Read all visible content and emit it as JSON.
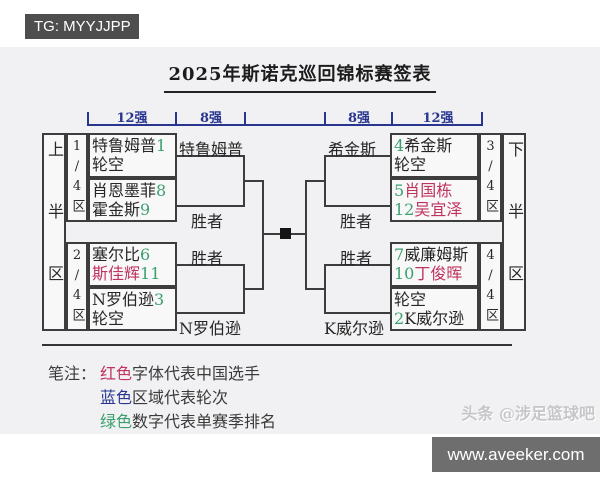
{
  "header": {
    "badge": "TG: MYYJJPP",
    "title": "2025年斯诺克巡回锦标赛签表"
  },
  "ruler": {
    "labels": [
      "12强",
      "8强",
      "8强",
      "12强"
    ]
  },
  "bracket": {
    "upper_half_label": "上半区",
    "lower_half_label": "下半区",
    "quarter_labels": [
      "1/4区",
      "2/4区",
      "3/4区",
      "4/4区"
    ],
    "boxes": {
      "q1a": {
        "rows": [
          {
            "pre": "",
            "name": "特鲁姆普",
            "post": "1",
            "red": false
          },
          {
            "pre": "",
            "name": "轮空",
            "post": "",
            "red": false
          }
        ]
      },
      "q1b": {
        "rows": [
          {
            "pre": "",
            "name": "肖恩墨菲",
            "post": "8",
            "red": false
          },
          {
            "pre": "",
            "name": "霍金斯",
            "post": "9",
            "red": false
          }
        ]
      },
      "q2a": {
        "rows": [
          {
            "pre": "",
            "name": "塞尔比",
            "post": "6",
            "red": false
          },
          {
            "pre": "",
            "name": "斯佳辉",
            "post": "11",
            "red": true
          }
        ]
      },
      "q2b": {
        "rows": [
          {
            "pre": "",
            "name": "N罗伯逊",
            "post": "3",
            "red": false
          },
          {
            "pre": "",
            "name": "轮空",
            "post": "",
            "red": false
          }
        ]
      },
      "q3a": {
        "rows": [
          {
            "pre": "4",
            "name": "希金斯",
            "post": "",
            "red": false
          },
          {
            "pre": "",
            "name": "轮空",
            "post": "",
            "red": false
          }
        ]
      },
      "q3b": {
        "rows": [
          {
            "pre": "5",
            "name": "肖国栋",
            "post": "",
            "red": true
          },
          {
            "pre": "12",
            "name": "吴宜泽",
            "post": "",
            "red": true
          }
        ]
      },
      "q4a": {
        "rows": [
          {
            "pre": "7",
            "name": "威廉姆斯",
            "post": "",
            "red": false
          },
          {
            "pre": "10",
            "name": "丁俊晖",
            "post": "",
            "red": true
          }
        ]
      },
      "q4b": {
        "rows": [
          {
            "pre": "",
            "name": "轮空",
            "post": "",
            "red": false
          },
          {
            "pre": "2",
            "name": "K威尔逊",
            "post": "",
            "red": false
          }
        ]
      }
    },
    "advancers": {
      "left": [
        "特鲁姆普",
        "胜者",
        "胜者",
        "N罗伯逊"
      ],
      "right": [
        "希金斯",
        "胜者",
        "胜者",
        "K威尔逊"
      ]
    }
  },
  "legend": {
    "prefix": "笔注：",
    "items": [
      {
        "colored": "红色",
        "rest": "字体代表中国选手",
        "color": "#c0335f"
      },
      {
        "colored": "蓝色",
        "rest": "区域代表轮次",
        "color": "#28368f"
      },
      {
        "colored": "绿色",
        "rest": "数字代表单赛季排名",
        "color": "#3aa06e"
      }
    ]
  },
  "footer": {
    "watermark": "头条 @涉足篮球吧",
    "site": "www.aveeker.com"
  },
  "colors": {
    "round_label_blue": "#28368f",
    "chinese_player_red": "#c0335f",
    "seed_green": "#3aa06e",
    "badge_bg": "#4e4e4e",
    "site_box_bg": "#6e6e6e"
  }
}
